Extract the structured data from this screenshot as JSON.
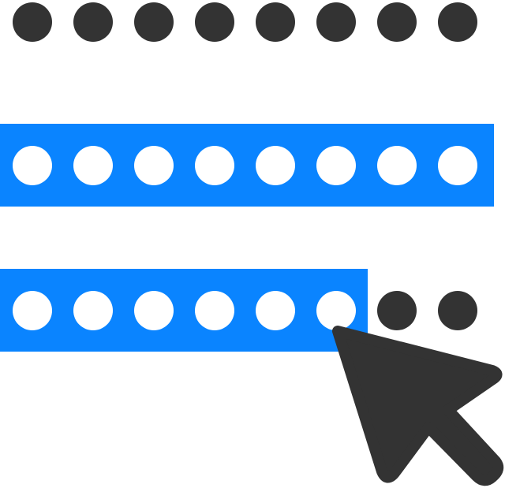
{
  "colors": {
    "accent": "#0a84ff",
    "dark": "#333333",
    "light": "#ffffff"
  },
  "rows": [
    {
      "name": "row-unselected",
      "dot_count": 8,
      "selected_count": 0
    },
    {
      "name": "row-fully-selected",
      "dot_count": 8,
      "selected_count": 8
    },
    {
      "name": "row-partially-selected",
      "dot_count": 8,
      "selected_count": 6
    }
  ],
  "icons": {
    "cursor": "arrow-cursor-icon"
  }
}
